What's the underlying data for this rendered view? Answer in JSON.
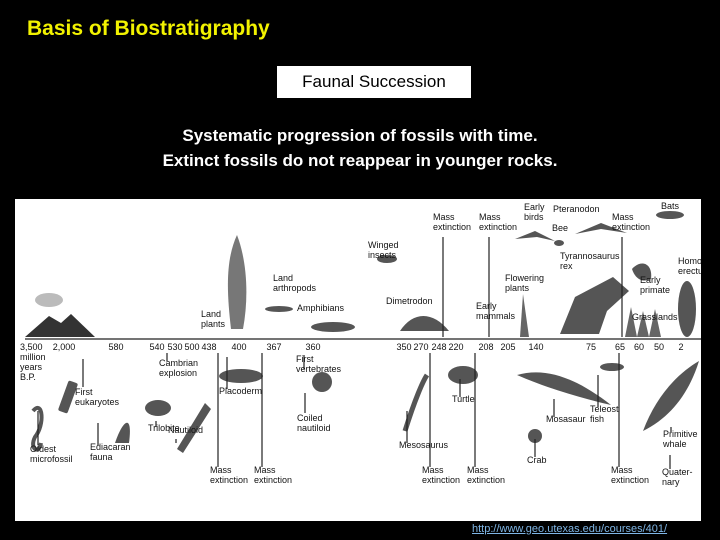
{
  "slide": {
    "title": "Basis of Biostratigraphy",
    "subtitle": "Faunal Succession",
    "description_line_1": "Systematic progression of fossils with time.",
    "description_line_2": "Extinct fossils do not reappear in younger rocks.",
    "source_url": "http://www.geo.utexas.edu/courses/401/"
  },
  "timeline": {
    "start_label": [
      "3,500",
      "million",
      "years",
      "B.P."
    ],
    "ticks": [
      "2,000",
      "580",
      "540",
      "530",
      "500",
      "438",
      "400",
      "367",
      "360",
      "350",
      "270",
      "248",
      "220",
      "208",
      "205",
      "140",
      "75",
      "65",
      "60",
      "50",
      "2"
    ],
    "above": [
      {
        "lines": [
          "Land",
          "plants"
        ]
      },
      {
        "lines": [
          "Land",
          "arthropods"
        ]
      },
      {
        "lines": [
          "Amphibians"
        ]
      },
      {
        "lines": [
          "Winged",
          "insects"
        ]
      },
      {
        "lines": [
          "Dimetrodon"
        ]
      },
      {
        "lines": [
          "Mass",
          "extinction"
        ]
      },
      {
        "lines": [
          "Mass",
          "extinction"
        ]
      },
      {
        "lines": [
          "Early",
          "mammals"
        ]
      },
      {
        "lines": [
          "Early",
          "birds"
        ]
      },
      {
        "lines": [
          "Pteranodon"
        ]
      },
      {
        "lines": [
          "Bee"
        ]
      },
      {
        "lines": [
          "Flowering",
          "plants"
        ]
      },
      {
        "lines": [
          "Tyrannosaurus",
          "rex"
        ]
      },
      {
        "lines": [
          "Mass",
          "extinction"
        ]
      },
      {
        "lines": [
          "Early",
          "primate"
        ]
      },
      {
        "lines": [
          "Grasslands"
        ]
      },
      {
        "lines": [
          "Bats"
        ]
      },
      {
        "lines": [
          "Homo",
          "erectus"
        ]
      }
    ],
    "below": [
      {
        "lines": [
          "First",
          "eukaryotes"
        ]
      },
      {
        "lines": [
          "Oldest",
          "microfossil"
        ]
      },
      {
        "lines": [
          "Ediacaran",
          "fauna"
        ]
      },
      {
        "lines": [
          "Cambrian",
          "explosion"
        ]
      },
      {
        "lines": [
          "Trilobite"
        ]
      },
      {
        "lines": [
          "Nautiloid"
        ]
      },
      {
        "lines": [
          "Mass",
          "extinction"
        ]
      },
      {
        "lines": [
          "Placoderm"
        ]
      },
      {
        "lines": [
          "Mass",
          "extinction"
        ]
      },
      {
        "lines": [
          "First",
          "vertebrates"
        ]
      },
      {
        "lines": [
          "Coiled",
          "nautiloid"
        ]
      },
      {
        "lines": [
          "Mesosaurus"
        ]
      },
      {
        "lines": [
          "Turtle"
        ]
      },
      {
        "lines": [
          "Mass",
          "extinction"
        ]
      },
      {
        "lines": [
          "Mass",
          "extinction"
        ]
      },
      {
        "lines": [
          "Mosasaur"
        ]
      },
      {
        "lines": [
          "Crab"
        ]
      },
      {
        "lines": [
          "Teleost",
          "fish"
        ]
      },
      {
        "lines": [
          "Mass",
          "extinction"
        ]
      },
      {
        "lines": [
          "Primitive",
          "whale"
        ]
      },
      {
        "lines": [
          "Quater-",
          "nary"
        ]
      }
    ]
  }
}
